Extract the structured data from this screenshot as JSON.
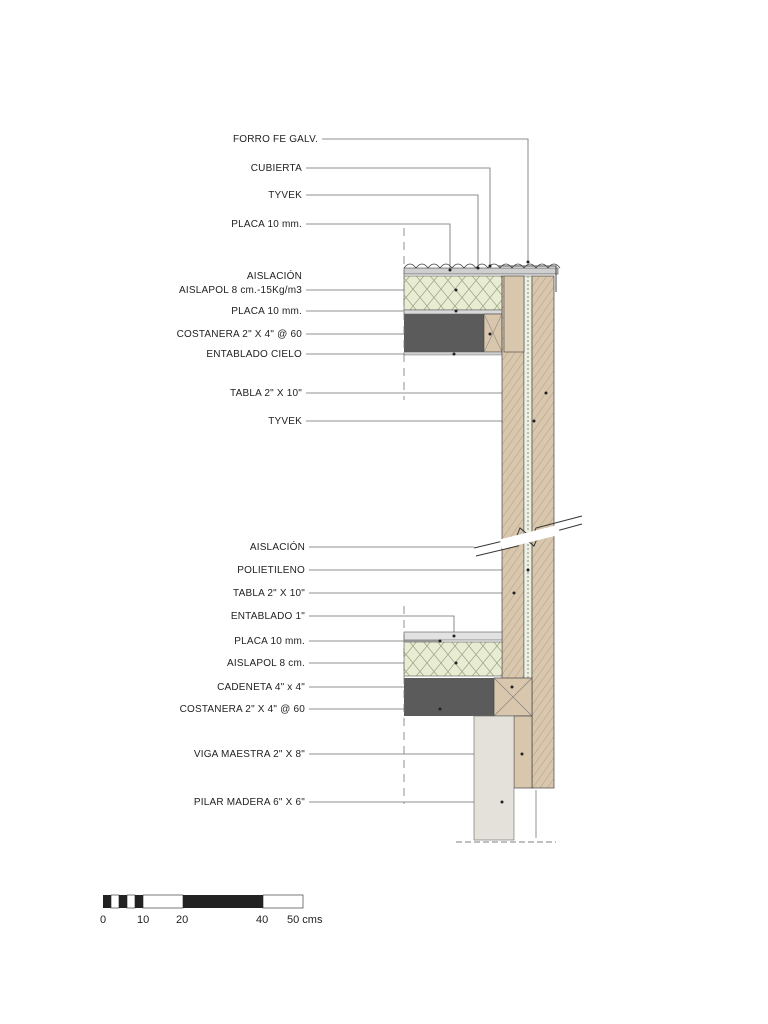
{
  "labels_upper": [
    "FORRO  FE GALV.",
    "CUBIERTA",
    "TYVEK",
    "PLACA 10 mm.",
    "AISLACIÓN",
    "AISLAPOL 8 cm.-15Kg/m3",
    "PLACA 10 mm.",
    "COSTANERA 2\" X 4\" @ 60",
    "ENTABLADO CIELO",
    "TABLA 2\" X 10\"",
    "TYVEK"
  ],
  "labels_lower": [
    "AISLACIÓN",
    "POLIETILENO",
    "TABLA 2\" X 10\"",
    "ENTABLADO 1\"",
    "PLACA 10 mm.",
    "AISLAPOL 8 cm.",
    "CADENETA 4\" x 4\"",
    "COSTANERA 2\" X 4\" @ 60",
    "VIGA MAESTRA 2\" X 8\"",
    "PILAR MADERA 6\" X  6\""
  ],
  "scale_bar": {
    "ticks": [
      "0",
      "10",
      "20",
      "40"
    ],
    "unit_label": "50 cms"
  },
  "colors": {
    "wood": "#d8c6ad",
    "insulation": "#e7ecd3",
    "joist": "#5b5b5b",
    "concrete": "#e4e0da",
    "line": "#333333"
  }
}
